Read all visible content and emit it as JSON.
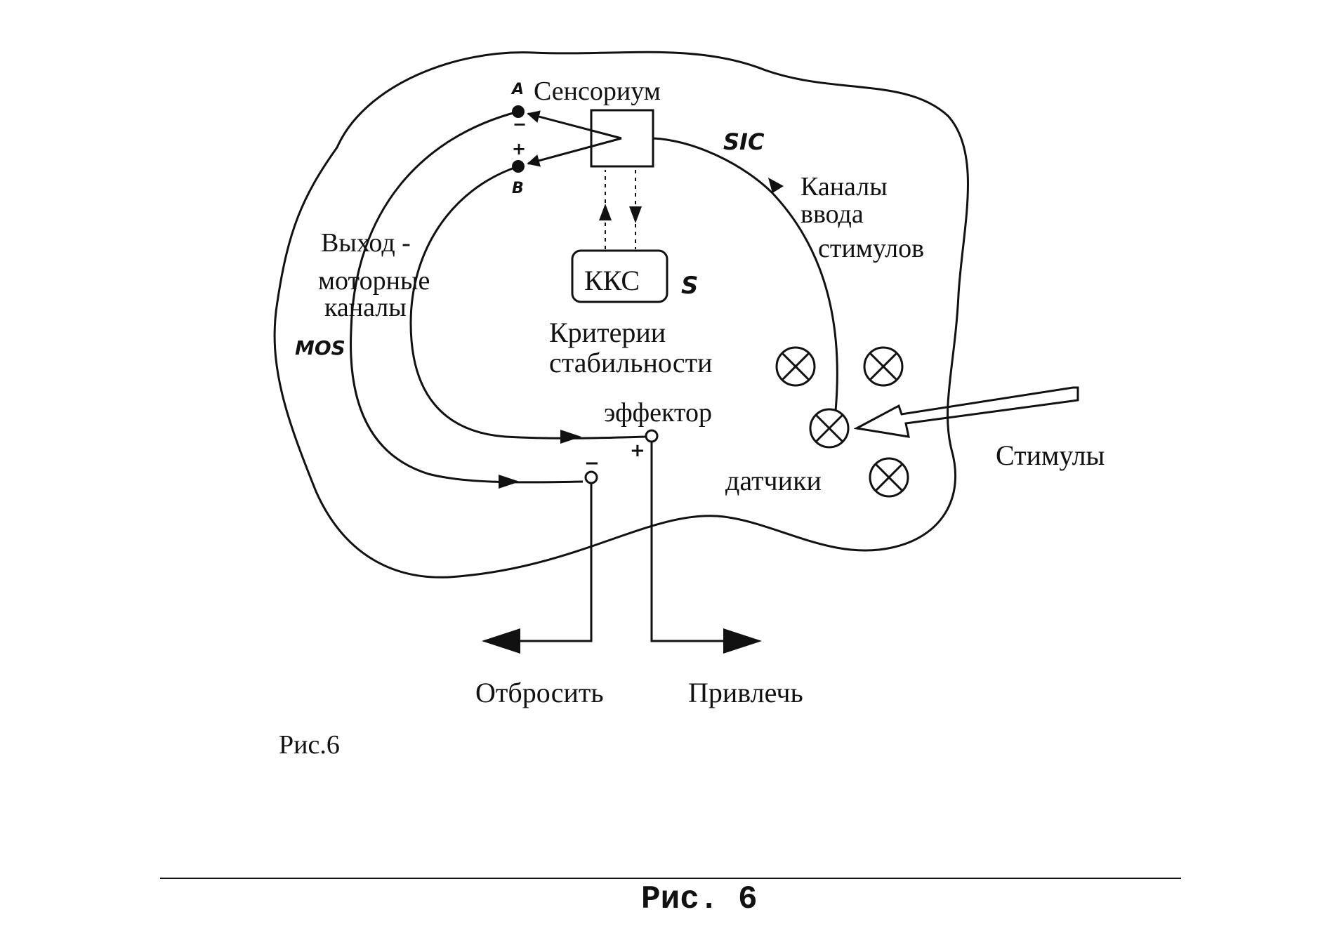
{
  "diagram": {
    "sensorium": "Сенсориум",
    "point_a": "A",
    "point_b": "B",
    "minus": "−",
    "plus": "+",
    "sic": "SIC",
    "input_channels": [
      "Каналы",
      "ввода",
      "стимулов"
    ],
    "output": [
      "Выход -",
      "моторные",
      "каналы"
    ],
    "mos": "MOS",
    "kks": "ККС",
    "s": "S",
    "criteria": [
      "Критерии",
      "стабильности"
    ],
    "effector": "эффектор",
    "effector_plus": "+",
    "effector_minus": "−",
    "sensors": "датчики",
    "stimuli": "Стимулы",
    "repel": "Отбросить",
    "attract": "Привлечь",
    "fig_inner": "Рис.6",
    "fig_caption": "Рис. 6"
  },
  "colors": {
    "ink": "#111111",
    "paper": "#ffffff"
  }
}
